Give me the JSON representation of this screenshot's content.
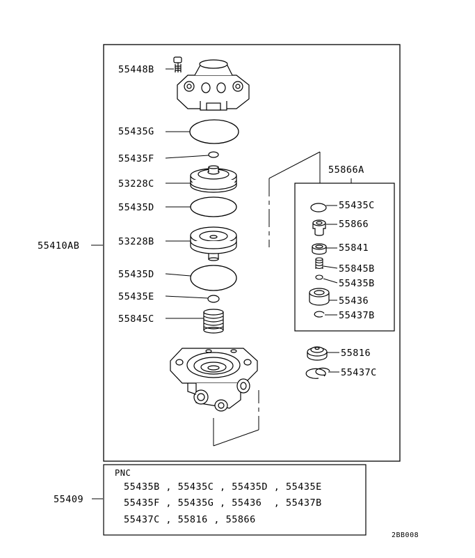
{
  "main_assembly": {
    "label": "55410AB",
    "parts": {
      "bolt": "55448B",
      "gasket_large_top": "55435G",
      "oring_small_top": "55435F",
      "piston_upper": "53228C",
      "oring_upper": "55435D",
      "piston_lower": "53228B",
      "oring_lower": "55435D",
      "oring_small_lower": "55435E",
      "spring": "55845C"
    }
  },
  "sub_assembly": {
    "label": "55866A",
    "parts": [
      "55435C",
      "55866",
      "55841",
      "55845B",
      "55435B",
      "55436",
      "55437B"
    ]
  },
  "loose_parts": [
    "55816",
    "55437C"
  ],
  "kit": {
    "label": "55409",
    "heading": "PNC",
    "lines": [
      "55435B , 55435C , 55435D , 55435E",
      "55435F , 55435G , 55436  , 55437B",
      "55437C , 55816 , 55866"
    ]
  },
  "figure_code": "2BB008"
}
